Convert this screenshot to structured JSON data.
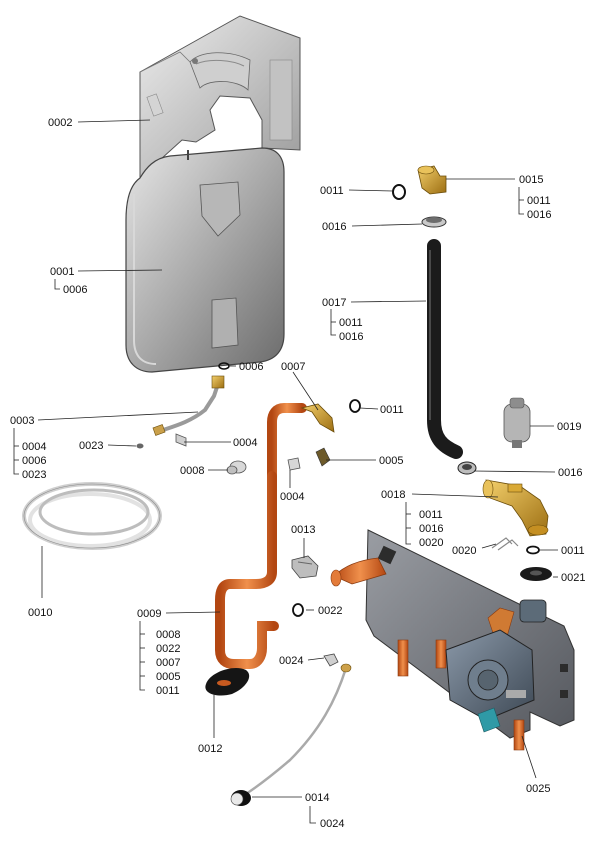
{
  "parts": {
    "p0002": "0002",
    "p0001": "0001",
    "p0006a": "0006",
    "p0011a": "0011",
    "p0015": "0015",
    "p0011b": "0011",
    "p0016a": "0016",
    "p0016b": "0016",
    "p0017": "0017",
    "p0011c": "0011",
    "p0016c": "0016",
    "p0006b": "0006",
    "p0007a": "0007",
    "p0003": "0003",
    "p0004a": "0004",
    "p0006c": "0006",
    "p0023a": "0023",
    "p0023b": "0023",
    "p0004b": "0004",
    "p0011d": "0011",
    "p0019": "0019",
    "p0008a": "0008",
    "p0004c": "0004",
    "p0005a": "0005",
    "p0016d": "0016",
    "p0018": "0018",
    "p0011e": "0011",
    "p0016e": "0016",
    "p0020a": "0020",
    "p0010": "0010",
    "p0013": "0013",
    "p0020b": "0020",
    "p0011f": "0011",
    "p0021": "0021",
    "p0022a": "0022",
    "p0009": "0009",
    "p0008b": "0008",
    "p0022b": "0022",
    "p0007b": "0007",
    "p0005b": "0005",
    "p0011g": "0011",
    "p0024a": "0024",
    "p0012": "0012",
    "p0025": "0025",
    "p0014": "0014",
    "p0024b": "0024"
  }
}
